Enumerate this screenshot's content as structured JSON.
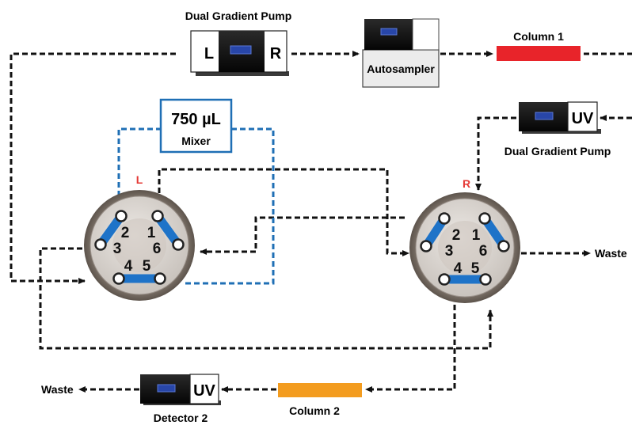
{
  "devices": {
    "pump_top": {
      "title": "Dual Gradient Pump",
      "left_label": "L",
      "right_label": "R"
    },
    "autosampler": {
      "label": "Autosampler"
    },
    "column1": {
      "label": "Column 1",
      "color": "#e8242a"
    },
    "pump_right": {
      "title": "Dual Gradient Pump",
      "label": "UV"
    },
    "mixer": {
      "volume": "750 µL",
      "label": "Mixer"
    },
    "detector2": {
      "title": "Detector 2",
      "label": "UV"
    },
    "column2": {
      "label": "Column 2",
      "color": "#f39c1f"
    }
  },
  "valves": {
    "left": {
      "name": "L",
      "ports": [
        "1",
        "2",
        "3",
        "4",
        "5",
        "6"
      ]
    },
    "right": {
      "name": "R",
      "ports": [
        "1",
        "2",
        "3",
        "4",
        "5",
        "6"
      ]
    }
  },
  "waste": {
    "right_label": "Waste",
    "left_label": "Waste"
  },
  "colors": {
    "line": "#111111",
    "mixer_line": "#1f6fb5",
    "valve_rim": "#7a6e64",
    "valve_face": "#d9d4cf",
    "valve_channel": "#1e73c8",
    "valve_label": "#e53935"
  }
}
